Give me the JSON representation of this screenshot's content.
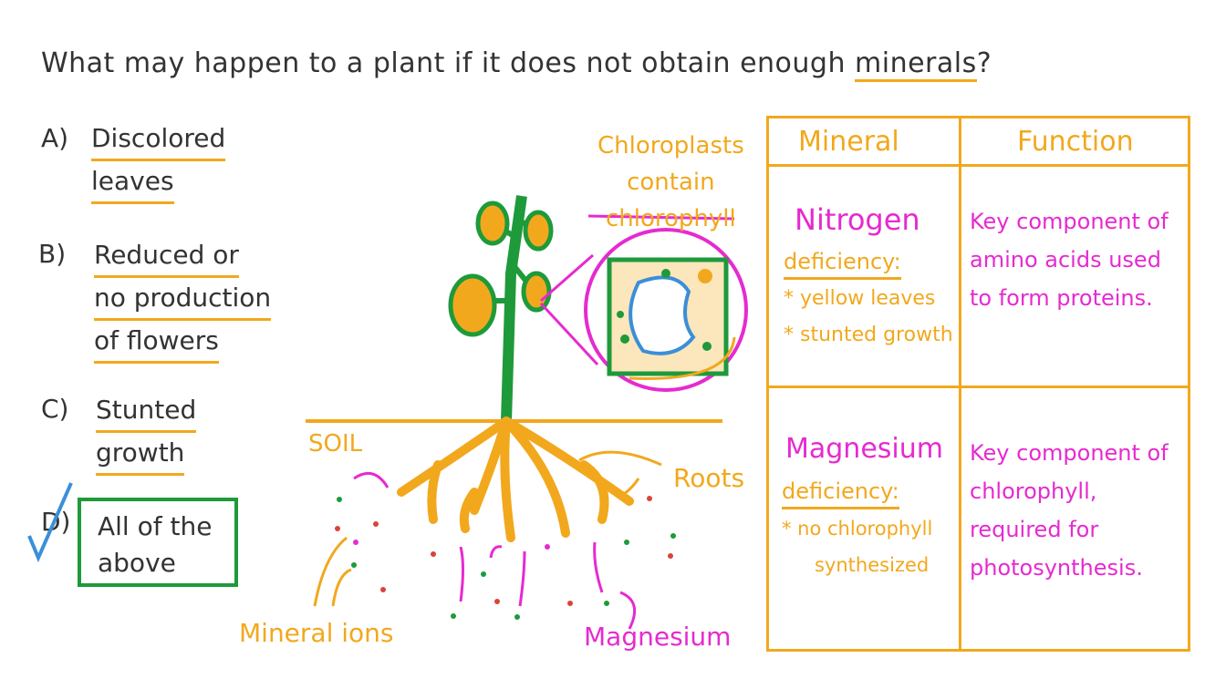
{
  "question": {
    "prefix": "What may happen to a plant if it does not obtain enough ",
    "keyword": "minerals",
    "suffix": "?"
  },
  "options": [
    {
      "letter": "A)",
      "lines": [
        "Discolored",
        "leaves"
      ]
    },
    {
      "letter": "B)",
      "lines": [
        "Reduced or",
        "no production",
        "of flowers"
      ]
    },
    {
      "letter": "C)",
      "lines": [
        "Stunted",
        "growth"
      ]
    },
    {
      "letter": "D)",
      "lines": [
        "All of the",
        "above"
      ],
      "selected": true
    }
  ],
  "diagram": {
    "chloroplast_label": [
      "Chloroplasts",
      "contain",
      "chlorophyll"
    ],
    "soil_label": "SOIL",
    "roots_label": "Roots",
    "mineral_ions_label": "Mineral ions",
    "magnesium_label": "Magnesium"
  },
  "table": {
    "headers": [
      "Mineral",
      "Function"
    ],
    "rows": [
      {
        "mineral": "Nitrogen",
        "deficiency_label": "deficiency:",
        "symptoms": [
          "* yellow leaves",
          "* stunted growth"
        ],
        "function": [
          "Key component of",
          "amino acids used",
          "to form proteins."
        ]
      },
      {
        "mineral": "Magnesium",
        "deficiency_label": "deficiency:",
        "symptoms": [
          "* no chlorophyll",
          "synthesized"
        ],
        "function": [
          "Key component of",
          "chlorophyll,",
          "required for",
          "photosynthesis."
        ]
      }
    ]
  },
  "colors": {
    "orange": "#F2A81D",
    "magenta": "#E62AD0",
    "green": "#1E9A3A",
    "blue": "#3A8FD8"
  }
}
